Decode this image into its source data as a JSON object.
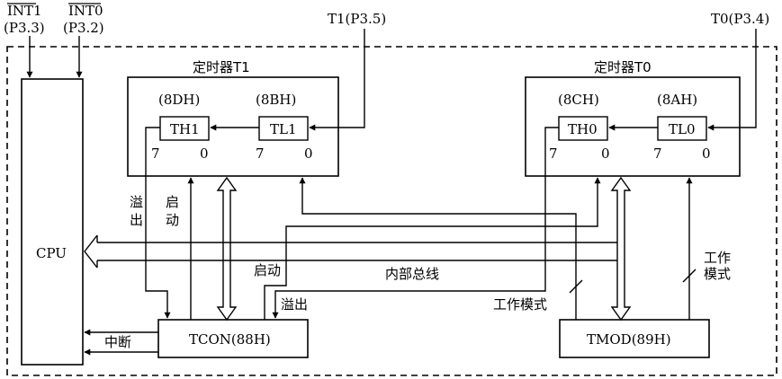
{
  "pins": {
    "int1": {
      "name": "INT1",
      "port": "(P3.3)"
    },
    "int0": {
      "name": "INT0",
      "port": "(P3.2)"
    },
    "t1": "T1(P3.5)",
    "t0": "T0(P3.4)"
  },
  "cpu": "CPU",
  "timer1": {
    "title": "定时器T1",
    "th_addr": "(8DH)",
    "tl_addr": "(8BH)",
    "th": "TH1",
    "tl": "TL1",
    "th_hi": "7",
    "th_lo": "0",
    "tl_hi": "7",
    "tl_lo": "0"
  },
  "timer0": {
    "title": "定时器T0",
    "th_addr": "(8CH)",
    "tl_addr": "(8AH)",
    "th": "TH0",
    "tl": "TL0",
    "th_hi": "7",
    "th_lo": "0",
    "tl_hi": "7",
    "tl_lo": "0"
  },
  "tcon": "TCON(88H)",
  "tmod": "TMOD(89H)",
  "labels": {
    "overflow_chars": [
      "溢",
      "出"
    ],
    "start_chars": [
      "启",
      "动"
    ],
    "start": "启动",
    "overflow": "溢出",
    "internal_bus": "内部总线",
    "work_mode": "工作模式",
    "work_mode_lines": [
      "工作",
      "模式"
    ],
    "interrupt": "中断"
  }
}
